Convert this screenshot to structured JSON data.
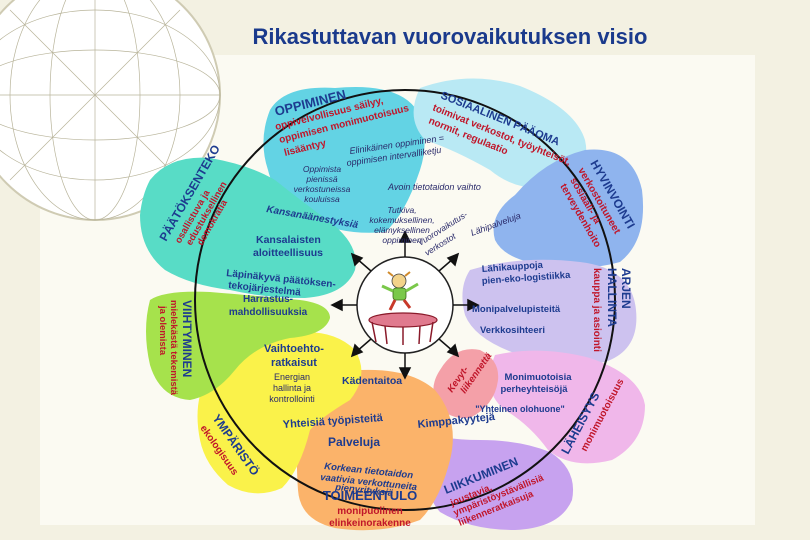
{
  "title": "Rikastuttavan vuorovaikutuksen visio",
  "sectors": {
    "oppiminen": {
      "head": "OPPIMINEN",
      "sub1": "oppivelvollisuus säilyy,",
      "sub2": "oppimisen monimuotoisuus",
      "sub3": "lisääntyy"
    },
    "sosiaalinen": {
      "head": "SOSIAALINEN PÄÄOMA",
      "sub1": "toimivat verkostot, työyhteisöt,",
      "sub2": "normit, regulaatio"
    },
    "hyvinvointi": {
      "head": "HYVINVOINTI",
      "sub1": "verkostoituneet",
      "sub2": "sosiaali- ja",
      "sub3": "terveydenhoito"
    },
    "arjen": {
      "head1": "ARJEN",
      "head2": "HALLINTA",
      "sub": "kauppa ja asiointi"
    },
    "laheisyys": {
      "head": "LÄHEISYYS",
      "sub": "monimuotoisuus"
    },
    "liikkuminen": {
      "head": "LIIKKUMINEN",
      "sub1": "joustavia,",
      "sub2": "ympäristöystävällisiä",
      "sub3": "liikenneratkaisuja"
    },
    "toimeentulo": {
      "head": "TOIMEENTULO",
      "sub1": "monipuolinen",
      "sub2": "elinkeinorakenne"
    },
    "ymparisto": {
      "head": "YMPÄRISTÖ",
      "sub": "ekologisuus"
    },
    "viihtyminen": {
      "head": "VIIHTYMINEN",
      "sub1": "mielekästä tekemistä",
      "sub2": "ja olemista"
    },
    "paatoksenteko": {
      "head": "PÄÄTÖKSENTEKO",
      "sub1": "osallistuva ja",
      "sub2": "edustuksellinen",
      "sub3": "demokratia"
    }
  },
  "inner": {
    "elinikainen1": "Elinikäinen oppiminen =",
    "elinikainen2": "oppimisen intervalliketju",
    "oppimista1": "Oppimista",
    "oppimista2": "pienissä",
    "oppimista3": "verkostuneissa",
    "oppimista4": "kouluissa",
    "avoin": "Avoin tietotaidon vaihto",
    "tutkiva1": "Tutkiva,",
    "tutkiva2": "kokemuksellinen,",
    "tutkiva3": "elämyksellinen",
    "tutkiva4": "oppiminen",
    "kansanaanestyksia": "Kansanäänestyksiä",
    "kansalaisten1": "Kansalaisten",
    "kansalaisten2": "aloitteellisuus",
    "lapinakyva1": "Läpinäkyvä päätöksen-",
    "lapinakyva2": "tekojärjestelmä",
    "vuorovaikutus1": "Vuorovaikutus-",
    "vuorovaikutus2": "verkostot",
    "lahipalveluja": "Lähipalveluja",
    "lahikauppoja1": "Lähikauppoja",
    "lahikauppoja2": "pien-eko-logistiikka",
    "monipalvelupisteita": "Monipalvelupisteitä",
    "verkkosihteeri": "Verkkosihteeri",
    "harrastus1": "Harrastus-",
    "harrastus2": "mahdollisuuksia",
    "vaihtoehto1": "Vaihtoehto-",
    "vaihtoehto2": "ratkaisut",
    "energian1": "Energian",
    "energian2": "hallinta ja",
    "energian3": "kontrollointi",
    "kadentaitoa": "Kädentaitoa",
    "yhteisia": "Yhteisiä työpisteitä",
    "palveluja": "Palveluja",
    "korkean1": "Korkean tietotaidon",
    "korkean2": "vaativia verkottuneita",
    "korkean3": "pienyrityksiä",
    "kevyt1": "Kevyt-",
    "kevyt2": "liikennettä",
    "monimuotoisia1": "Monimuotoisia",
    "monimuotoisia2": "perheyhteisöjä",
    "olohuone": "\"Yhteinen olohuone\"",
    "kimppakyytejä": "Kimppakyytejä"
  },
  "colors": {
    "oppiminen": "#63d3e4",
    "sosiaalinen": "#b9e9f4",
    "hyvinvointi": "#8fb4ee",
    "arjen": "#cdc2ef",
    "laheisyys": "#f0b7ea",
    "liikkuminen": "#c7a2ef",
    "toimeentulo": "#fbb36a",
    "ymparisto": "#faf24a",
    "viihtyminen": "#a6e24c",
    "paatoksenteko": "#58dcc6",
    "kevyt": "#f4a0a8"
  }
}
